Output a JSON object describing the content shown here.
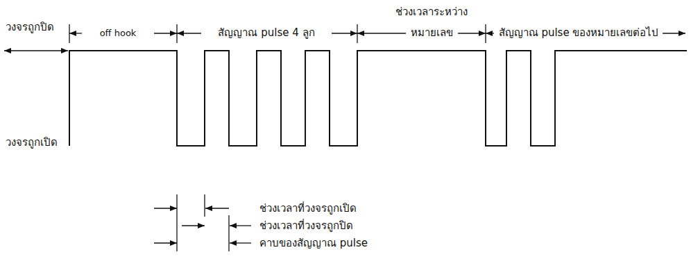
{
  "diagram": {
    "labels": [
      "วงจรถูกปิด",
      "off hook",
      "สัญญาณ pulse 4 ลูก",
      "ช่วงเวลาระหว่าง",
      "หมายเลข",
      "สัญญาณ pulse ของหมายเลขต่อไป",
      "วงจรถูกเปิด",
      "ช่วงเวลาที่วงจรถูกเปิด",
      "ช่วงเวลาที่วงจรถูกปิด",
      "คาบของสัญญาณ pulse"
    ]
  }
}
